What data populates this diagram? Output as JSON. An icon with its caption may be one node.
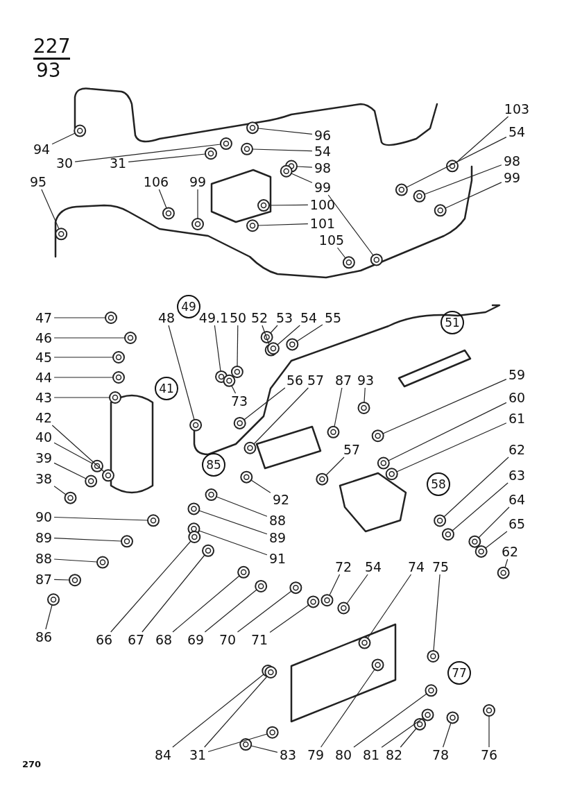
{
  "diagram": {
    "nodes": [
      {
        "text": [
          "94"
        ]
      },
      {
        "text": [
          "30"
        ]
      },
      {
        "text": [
          "31"
        ]
      },
      {
        "text": [
          "96"
        ]
      },
      {
        "text": [
          "54"
        ]
      },
      {
        "text": [
          "98"
        ]
      },
      {
        "text": [
          "99"
        ]
      },
      {
        "text": [
          "100"
        ]
      },
      {
        "text": [
          "101"
        ]
      },
      {
        "text": [
          "103"
        ]
      },
      {
        "text": [
          "54"
        ]
      },
      {
        "text": [
          "98"
        ]
      },
      {
        "text": [
          "99"
        ]
      },
      {
        "text": [
          "95"
        ]
      },
      {
        "text": [
          "106"
        ]
      },
      {
        "text": [
          "99"
        ]
      },
      {
        "text": [
          "105"
        ]
      },
      {
        "text": [
          "47"
        ]
      },
      {
        "text": [
          "46"
        ]
      },
      {
        "text": [
          "45"
        ]
      },
      {
        "text": [
          "44"
        ]
      },
      {
        "text": [
          "43"
        ]
      },
      {
        "text": [
          "42"
        ]
      },
      {
        "text": [
          "40"
        ]
      },
      {
        "text": [
          "39"
        ]
      },
      {
        "text": [
          "38"
        ]
      },
      {
        "text": [
          "48"
        ]
      },
      {
        "text": [
          "49.1"
        ]
      },
      {
        "text": [
          "50"
        ]
      },
      {
        "text": [
          "52"
        ]
      },
      {
        "text": [
          "53"
        ]
      },
      {
        "text": [
          "54"
        ]
      },
      {
        "text": [
          "55"
        ]
      },
      {
        "text": [
          "73"
        ]
      },
      {
        "text": [
          "56"
        ]
      },
      {
        "text": [
          "57"
        ]
      },
      {
        "text": [
          "87"
        ]
      },
      {
        "text": [
          "93"
        ]
      },
      {
        "text": [
          "59"
        ]
      },
      {
        "text": [
          "60"
        ]
      },
      {
        "text": [
          "61"
        ]
      },
      {
        "text": [
          "57"
        ]
      },
      {
        "text": [
          "92"
        ]
      },
      {
        "text": [
          "62"
        ]
      },
      {
        "text": [
          "63"
        ]
      },
      {
        "text": [
          "64"
        ]
      },
      {
        "text": [
          "65"
        ]
      },
      {
        "text": [
          "62"
        ]
      },
      {
        "text": [
          "90"
        ]
      },
      {
        "text": [
          "89"
        ]
      },
      {
        "text": [
          "88"
        ]
      },
      {
        "text": [
          "87"
        ]
      },
      {
        "text": [
          "86"
        ]
      },
      {
        "text": [
          "88"
        ]
      },
      {
        "text": [
          "89"
        ]
      },
      {
        "text": [
          "91"
        ]
      },
      {
        "text": [
          "66"
        ]
      },
      {
        "text": [
          "67"
        ]
      },
      {
        "text": [
          "68"
        ]
      },
      {
        "text": [
          "69"
        ]
      },
      {
        "text": [
          "70"
        ]
      },
      {
        "text": [
          "71"
        ]
      },
      {
        "text": [
          "72"
        ]
      },
      {
        "text": [
          "54"
        ]
      },
      {
        "text": [
          "74"
        ]
      },
      {
        "text": [
          "75"
        ]
      },
      {
        "text": [
          "84"
        ]
      },
      {
        "text": [
          "31"
        ]
      },
      {
        "text": [
          "83"
        ]
      },
      {
        "text": [
          "79"
        ]
      },
      {
        "text": [
          "80"
        ]
      },
      {
        "text": [
          "81"
        ]
      },
      {
        "text": [
          "82"
        ]
      },
      {
        "text": [
          "78"
        ]
      },
      {
        "text": [
          "76"
        ]
      },
      {
        "text": [],
        "shape": "picture"
      },
      {
        "text": [],
        "shape": "picture"
      },
      {
        "text": [],
        "shape": "picture"
      },
      {
        "text": [],
        "shape": "picture"
      },
      {
        "text": [],
        "shape": "picture"
      },
      {
        "text": [],
        "shape": "picture"
      },
      {
        "text": [],
        "shape": "picture"
      },
      {
        "text": [],
        "shape": "picture"
      },
      {
        "text": [],
        "shape": "picture"
      },
      {
        "text": [],
        "shape": "picture"
      },
      {
        "text": [],
        "shape": "picture"
      },
      {
        "text": [],
        "shape": "picture"
      },
      {
        "text": [],
        "shape": "picture"
      },
      {
        "text": [],
        "shape": "picture"
      },
      {
        "text": [],
        "shape": "picture"
      },
      {
        "text": [],
        "shape": "picture"
      },
      {
        "text": [],
        "shape": "picture"
      },
      {
        "text": [],
        "shape": "picture"
      },
      {
        "text": [],
        "shape": "picture"
      },
      {
        "text": [],
        "shape": "picture"
      },
      {
        "text": [],
        "shape": "picture"
      },
      {
        "text": [],
        "shape": "picture"
      },
      {
        "text": [],
        "shape": "picture"
      },
      {
        "text": [],
        "shape": "picture"
      },
      {
        "text": [],
        "shape": "picture"
      },
      {
        "text": [],
        "shape": "picture"
      },
      {
        "text": [],
        "shape": "picture"
      },
      {
        "text": [],
        "shape": "picture"
      },
      {
        "text": [],
        "shape": "picture"
      },
      {
        "text": [],
        "shape": "picture"
      },
      {
        "text": [],
        "shape": "picture"
      },
      {
        "text": [],
        "shape": "picture"
      },
      {
        "text": [],
        "shape": "picture"
      },
      {
        "text": [],
        "shape": "picture"
      },
      {
        "text": [],
        "shape": "picture"
      },
      {
        "text": [],
        "shape": "picture"
      },
      {
        "text": [],
        "shape": "picture"
      },
      {
        "text": [],
        "shape": "picture"
      },
      {
        "text": [],
        "shape": "picture"
      },
      {
        "text": [],
        "shape": "picture"
      },
      {
        "text": [],
        "shape": "picture"
      },
      {
        "text": [],
        "shape": "picture"
      },
      {
        "text": [],
        "shape": "picture"
      },
      {
        "text": [],
        "shape": "picture"
      },
      {
        "text": [],
        "shape": "picture"
      },
      {
        "text": [],
        "shape": "picture"
      },
      {
        "text": [],
        "shape": "picture"
      },
      {
        "text": [],
        "shape": "picture"
      },
      {
        "text": [],
        "shape": "picture"
      },
      {
        "text": [],
        "shape": "picture"
      },
      {
        "text": [],
        "shape": "picture"
      },
      {
        "text": [],
        "shape": "picture"
      },
      {
        "text": [],
        "shape": "picture"
      },
      {
        "text": [],
        "shape": "picture"
      },
      {
        "text": [],
        "shape": "picture"
      },
      {
        "text": [],
        "shape": "picture"
      },
      {
        "text": [],
        "shape": "picture"
      },
      {
        "text": [],
        "shape": "picture"
      },
      {
        "text": [],
        "shape": "picture"
      },
      {
        "text": [],
        "shape": "picture"
      },
      {
        "text": [],
        "shape": "picture"
      },
      {
        "text": [],
        "shape": "picture"
      },
      {
        "text": [],
        "shape": "picture"
      },
      {
        "text": [],
        "shape": "picture"
      },
      {
        "text": [],
        "shape": "picture"
      },
      {
        "text": [],
        "shape": "picture"
      },
      {
        "text": [],
        "shape": "picture"
      },
      {
        "text": [],
        "shape": "picture"
      },
      {
        "text": [],
        "shape": "picture"
      },
      {
        "text": [],
        "shape": "picture"
      },
      {
        "text": [],
        "shape": "picture"
      },
      {
        "text": [],
        "shape": "picture"
      },
      {
        "text": [],
        "shape": "picture"
      },
      {
        "text": [],
        "shape": "picture"
      },
      {
        "text": [],
        "shape": "picture"
      },
      {
        "text": [],
        "shape": "picture"
      },
      {
        "text": [],
        "shape": "picture"
      }
    ],
    "edges": [
      {
        "from": 0,
        "to": 75,
        "arrow": "none"
      },
      {
        "from": 1,
        "to": 76,
        "arrow": "none"
      },
      {
        "from": 2,
        "to": 77,
        "arrow": "none"
      },
      {
        "from": 3,
        "to": 78,
        "arrow": "none"
      },
      {
        "from": 4,
        "to": 79,
        "arrow": "none"
      },
      {
        "from": 5,
        "to": 80,
        "arrow": "none"
      },
      {
        "from": 6,
        "to": 81,
        "arrow": "none"
      },
      {
        "from": 6,
        "to": 82,
        "arrow": "none"
      },
      {
        "from": 7,
        "to": 83,
        "arrow": "none"
      },
      {
        "from": 8,
        "to": 84,
        "arrow": "none"
      },
      {
        "from": 9,
        "to": 85,
        "arrow": "none"
      },
      {
        "from": 10,
        "to": 86,
        "arrow": "none"
      },
      {
        "from": 11,
        "to": 87,
        "arrow": "none"
      },
      {
        "from": 12,
        "to": 88,
        "arrow": "none"
      },
      {
        "from": 13,
        "to": 89,
        "arrow": "none"
      },
      {
        "from": 14,
        "to": 90,
        "arrow": "none"
      },
      {
        "from": 15,
        "to": 91,
        "arrow": "none"
      },
      {
        "from": 16,
        "to": 92,
        "arrow": "none"
      },
      {
        "from": 17,
        "to": 93,
        "arrow": "none"
      },
      {
        "from": 18,
        "to": 94,
        "arrow": "none"
      },
      {
        "from": 19,
        "to": 95,
        "arrow": "none"
      },
      {
        "from": 20,
        "to": 96,
        "arrow": "none"
      },
      {
        "from": 21,
        "to": 97,
        "arrow": "none"
      },
      {
        "from": 22,
        "to": 98,
        "arrow": "none"
      },
      {
        "from": 23,
        "to": 99,
        "arrow": "none"
      },
      {
        "from": 24,
        "to": 100,
        "arrow": "none"
      },
      {
        "from": 25,
        "to": 101,
        "arrow": "none"
      },
      {
        "from": 26,
        "to": 102,
        "arrow": "none"
      },
      {
        "from": 27,
        "to": 103,
        "arrow": "none"
      },
      {
        "from": 28,
        "to": 104,
        "arrow": "none"
      },
      {
        "from": 29,
        "to": 105,
        "arrow": "none"
      },
      {
        "from": 30,
        "to": 106,
        "arrow": "none"
      },
      {
        "from": 31,
        "to": 107,
        "arrow": "none"
      },
      {
        "from": 32,
        "to": 108,
        "arrow": "none"
      },
      {
        "from": 33,
        "to": 109,
        "arrow": "none"
      },
      {
        "from": 34,
        "to": 110,
        "arrow": "none"
      },
      {
        "from": 35,
        "to": 111,
        "arrow": "none"
      },
      {
        "from": 36,
        "to": 112,
        "arrow": "none"
      },
      {
        "from": 37,
        "to": 113,
        "arrow": "none"
      },
      {
        "from": 38,
        "to": 114,
        "arrow": "none"
      },
      {
        "from": 39,
        "to": 115,
        "arrow": "none"
      },
      {
        "from": 40,
        "to": 116,
        "arrow": "none"
      },
      {
        "from": 41,
        "to": 117,
        "arrow": "none"
      },
      {
        "from": 42,
        "to": 118,
        "arrow": "none"
      },
      {
        "from": 43,
        "to": 119,
        "arrow": "none"
      },
      {
        "from": 44,
        "to": 120,
        "arrow": "none"
      },
      {
        "from": 45,
        "to": 121,
        "arrow": "none"
      },
      {
        "from": 46,
        "to": 122,
        "arrow": "none"
      },
      {
        "from": 47,
        "to": 123,
        "arrow": "none"
      },
      {
        "from": 48,
        "to": 124,
        "arrow": "none"
      },
      {
        "from": 49,
        "to": 125,
        "arrow": "none"
      },
      {
        "from": 50,
        "to": 126,
        "arrow": "none"
      },
      {
        "from": 51,
        "to": 127,
        "arrow": "none"
      },
      {
        "from": 52,
        "to": 128,
        "arrow": "none"
      },
      {
        "from": 53,
        "to": 129,
        "arrow": "none"
      },
      {
        "from": 54,
        "to": 130,
        "arrow": "none"
      },
      {
        "from": 55,
        "to": 131,
        "arrow": "none"
      },
      {
        "from": 56,
        "to": 132,
        "arrow": "none"
      },
      {
        "from": 57,
        "to": 133,
        "arrow": "none"
      },
      {
        "from": 58,
        "to": 134,
        "arrow": "none"
      },
      {
        "from": 59,
        "to": 135,
        "arrow": "none"
      },
      {
        "from": 60,
        "to": 136,
        "arrow": "none"
      },
      {
        "from": 61,
        "to": 137,
        "arrow": "none"
      },
      {
        "from": 62,
        "to": 138,
        "arrow": "none"
      },
      {
        "from": 63,
        "to": 139,
        "arrow": "none"
      },
      {
        "from": 64,
        "to": 140,
        "arrow": "none"
      },
      {
        "from": 65,
        "to": 141,
        "arrow": "none"
      },
      {
        "from": 66,
        "to": 142,
        "arrow": "none"
      },
      {
        "from": 67,
        "to": 143,
        "arrow": "none"
      },
      {
        "from": 67,
        "to": 144,
        "arrow": "none"
      },
      {
        "from": 68,
        "to": 145,
        "arrow": "none"
      },
      {
        "from": 69,
        "to": 146,
        "arrow": "none"
      },
      {
        "from": 70,
        "to": 147,
        "arrow": "none"
      },
      {
        "from": 71,
        "to": 148,
        "arrow": "none"
      },
      {
        "from": 72,
        "to": 149,
        "arrow": "none"
      },
      {
        "from": 73,
        "to": 150,
        "arrow": "none"
      },
      {
        "from": 74,
        "to": 151,
        "arrow": "none"
      }
    ],
    "labels": [
      "227",
      "93",
      "49",
      "41",
      "51",
      "85",
      "58",
      "77",
      "270"
    ]
  }
}
